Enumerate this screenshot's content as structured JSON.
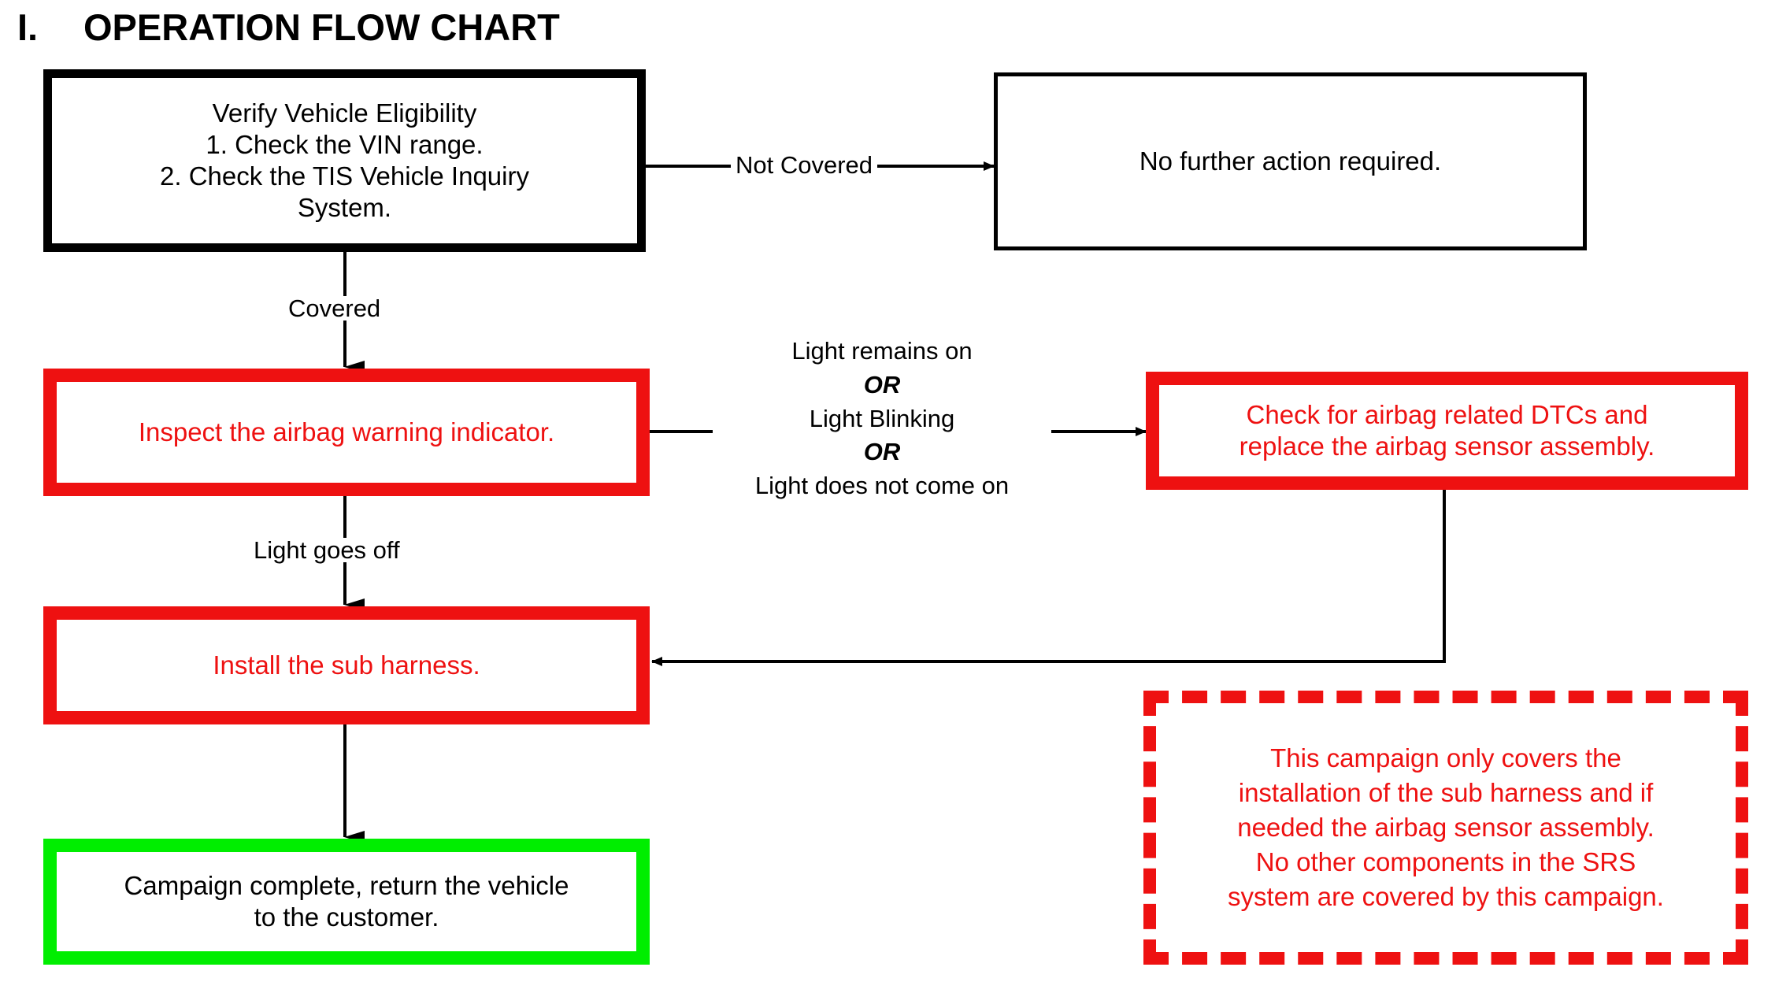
{
  "title": {
    "numeral": "I.",
    "text": "OPERATION FLOW CHART"
  },
  "nodes": {
    "verify": "Verify Vehicle Eligibility\n1. Check the VIN range.\n2. Check the TIS Vehicle Inquiry System.",
    "verify_line1": "Verify Vehicle Eligibility",
    "verify_line2": "1. Check the VIN range.",
    "verify_line3": "2. Check the TIS Vehicle Inquiry",
    "verify_line4": "System.",
    "no_action": "No further action required.",
    "inspect": "Inspect the airbag warning indicator.",
    "check_dtc_line1": "Check for airbag related DTCs and",
    "check_dtc_line2": "replace the airbag sensor assembly.",
    "install": "Install the sub harness.",
    "complete_line1": "Campaign complete, return the vehicle",
    "complete_line2": "to the customer.",
    "note_line1": "This campaign only covers the",
    "note_line2": "installation of the sub harness and if",
    "note_line3": "needed the airbag sensor assembly.",
    "note_line4": "No other components in the SRS",
    "note_line5": "system are covered by this campaign."
  },
  "edges": {
    "not_covered": "Not Covered",
    "covered": "Covered",
    "light_goes_off": "Light goes off",
    "cond_line1": "Light remains on",
    "cond_or1": "OR",
    "cond_line2": "Light Blinking",
    "cond_or2": "OR",
    "cond_line3": "Light does not come on"
  },
  "colors": {
    "red": "#ee1111",
    "green": "#00ee00",
    "black": "#000000",
    "white": "#ffffff"
  }
}
